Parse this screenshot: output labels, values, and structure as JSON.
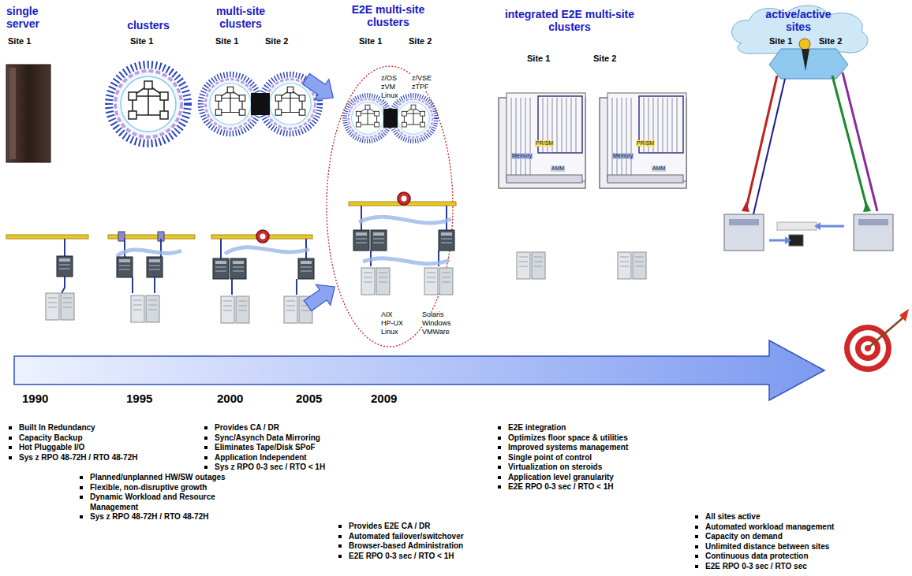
{
  "diagram": {
    "labels": [
      "single server",
      "clusters",
      "multi-site clusters",
      "E2E multi-site clusters",
      "integrated E2E multi-site clusters",
      "active/active sites",
      "Site 1",
      "Site 1",
      "Site 1",
      "Site 2",
      "Site 1",
      "Site 2",
      "Site 1",
      "Site 2",
      "Site 1",
      "Site 2",
      "z/OS",
      "zVM",
      "Linux",
      "z/VSE",
      "zTPF",
      "AIX",
      "HP-UX",
      "Linux",
      "Solaris",
      "Windows",
      "VMWare",
      "PR/SM",
      "Memory",
      "AMM",
      "PR/SM",
      "Memory",
      "AMM",
      "1990",
      "1995",
      "2000",
      "2005",
      "2009",
      "Built In Redundancy",
      "Capacity Backup",
      "Hot Pluggable I/O",
      "Sys z RPO 48-72H / RTO 48-72H",
      "Planned/unplanned HW/SW outages",
      "Flexible, non-disruptive growth",
      "Dynamic Workload and Resource Management",
      "Sys z RPO 48-72H / RTO 48-72H",
      "Provides CA / DR",
      "Sync/Asynch Data Mirroring",
      "Eliminates Tape/Disk SPoF",
      "Application Independent",
      "Sys z RPO 0-3 sec / RTO < 1H",
      "Provides E2E CA / DR",
      "Automated failover/switchover",
      "Browser-based Administration",
      "E2E RPO 0-3 sec / RTO < 1H",
      "E2E integration",
      "Optimizes floor space & utilities",
      "Improved systems management",
      "Single point of control",
      "Virtualization on steroids",
      "Application level granularity",
      "E2E RPO 0-3 sec / RTO < 1H",
      "All sites active",
      "Automated workload management",
      "Capacity on demand",
      "Unlimited distance between sites",
      "Continuous data protection",
      "E2E RPO 0-3 sec / RTO sec"
    ]
  }
}
